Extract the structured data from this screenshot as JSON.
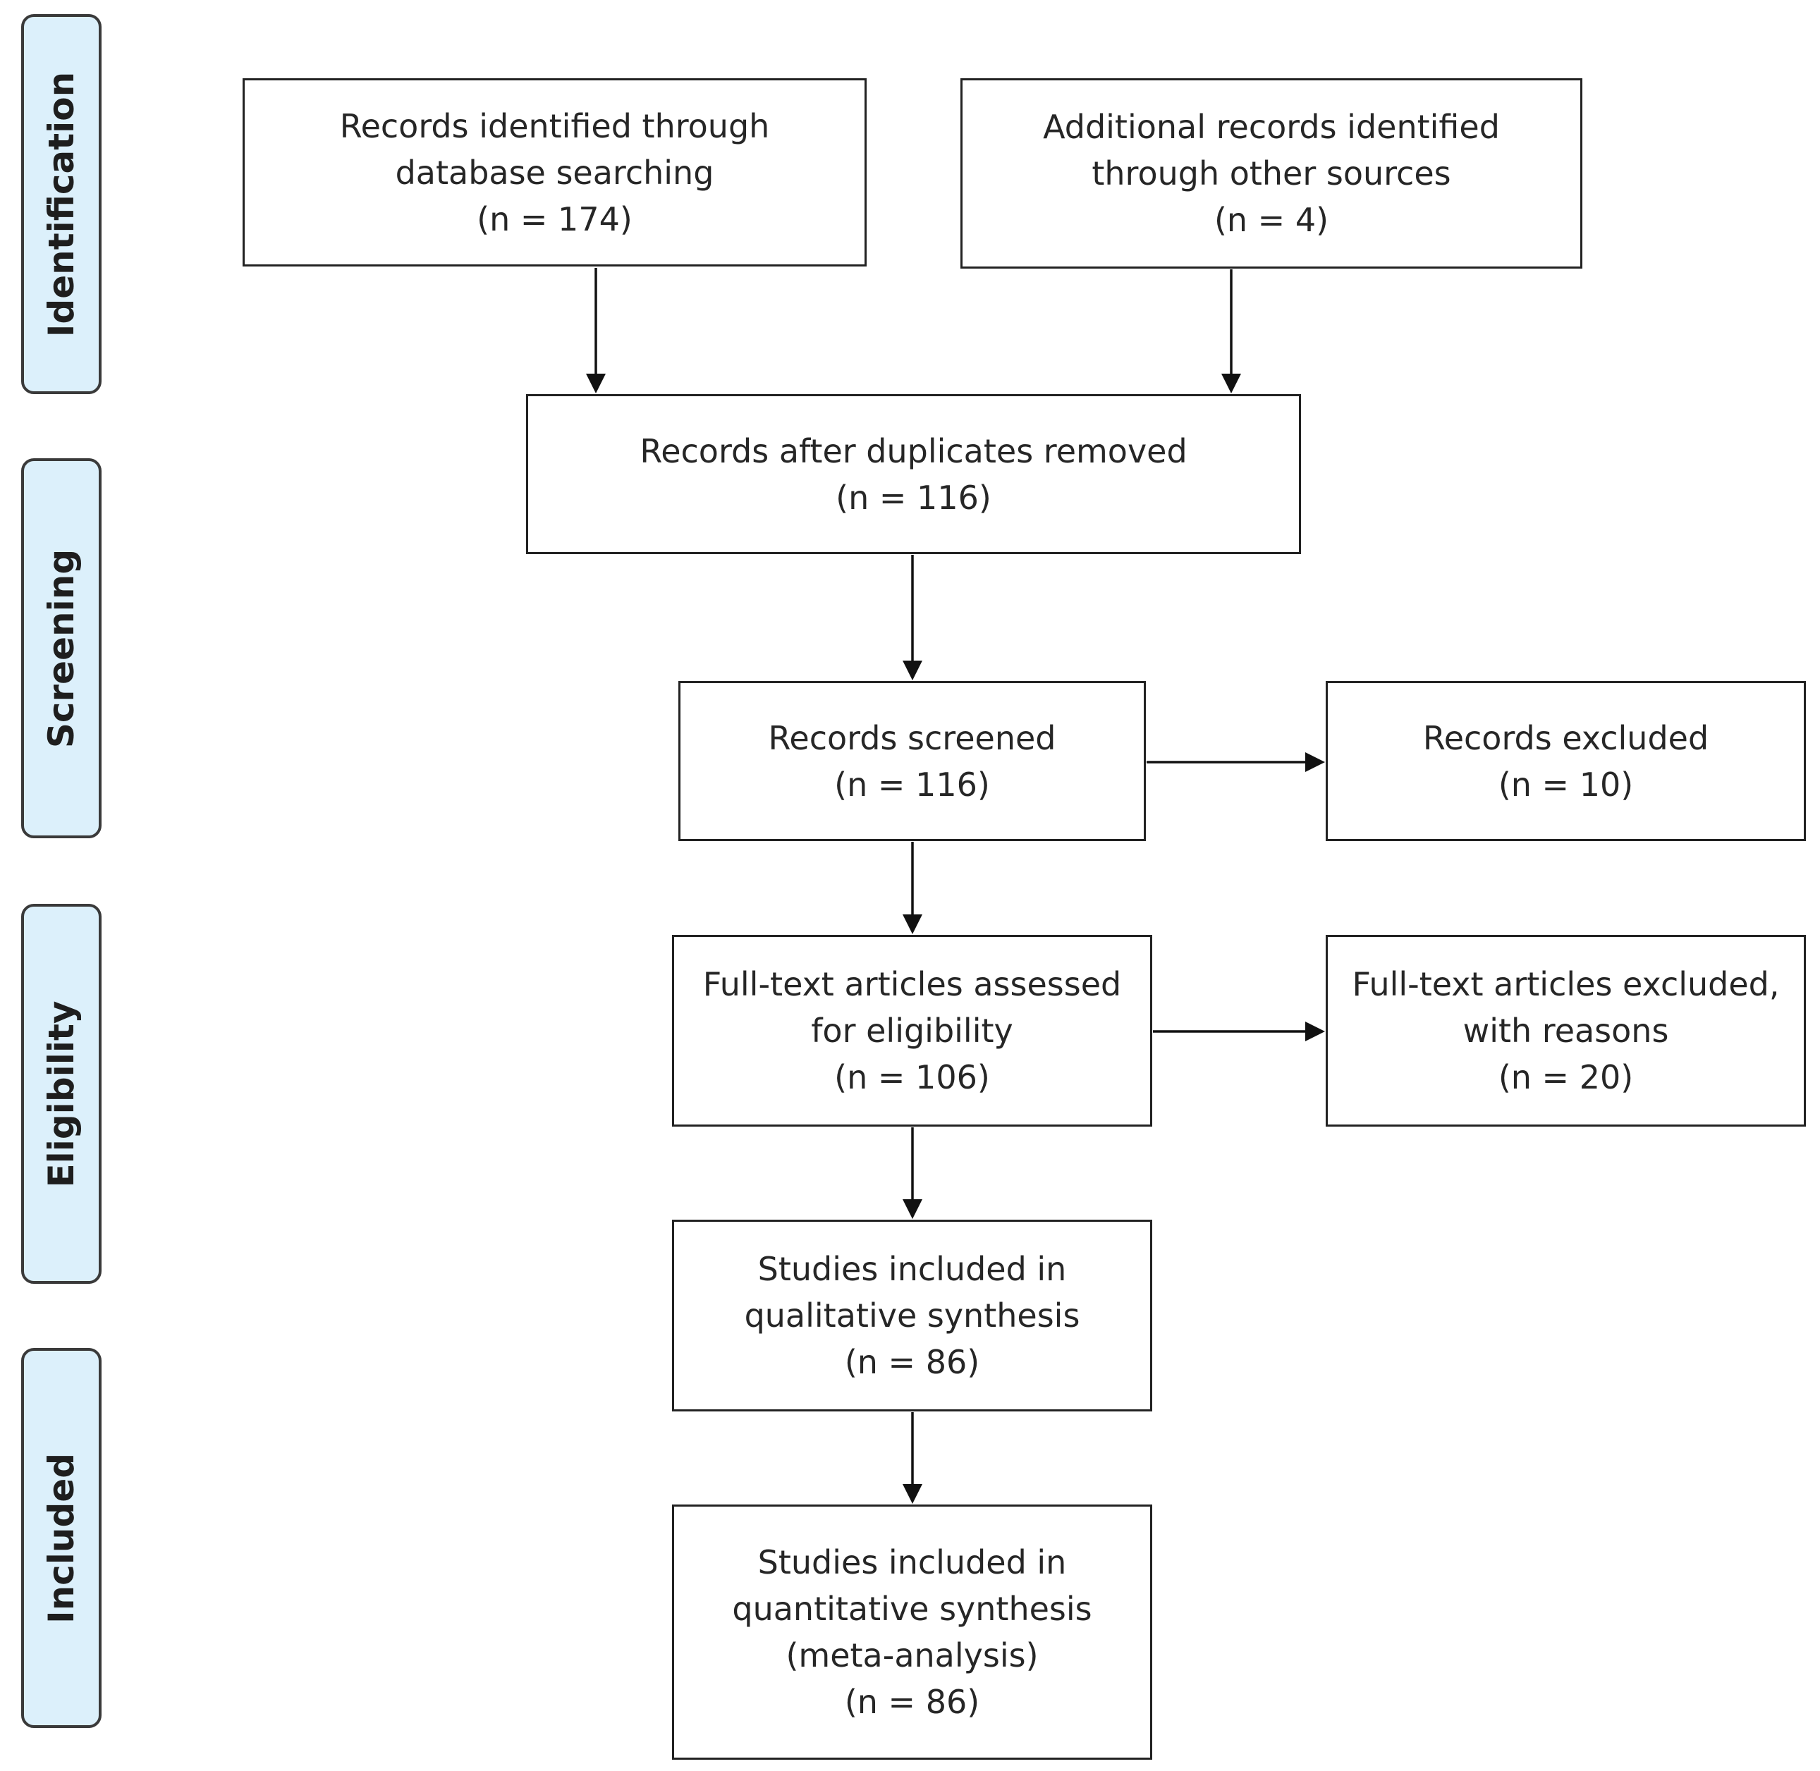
{
  "phases": {
    "identification": "Identification",
    "screening": "Screening",
    "eligibility": "Eligibility",
    "included": "Included"
  },
  "boxes": {
    "db_search": {
      "line1": "Records identified through",
      "line2": "database searching",
      "count": "(n = 174)"
    },
    "other_sources": {
      "line1": "Additional records identified",
      "line2": "through other sources",
      "count": "(n = 4)"
    },
    "after_duplicates": {
      "line1": "Records after duplicates removed",
      "count": "(n = 116)"
    },
    "screened": {
      "line1": "Records screened",
      "count": "(n = 116)"
    },
    "excluded": {
      "line1": "Records excluded",
      "count": "(n = 10)"
    },
    "fulltext_assessed": {
      "line1": "Full-text articles assessed",
      "line2": "for eligibility",
      "count": "(n = 106)"
    },
    "fulltext_excluded": {
      "line1": "Full-text articles excluded,",
      "line2": "with reasons",
      "count": "(n = 20)"
    },
    "qualitative": {
      "line1": "Studies included in",
      "line2": "qualitative synthesis",
      "count": "(n = 86)"
    },
    "quantitative": {
      "line1": "Studies included in",
      "line2": "quantitative synthesis",
      "line3": "(meta-analysis)",
      "count": "(n = 86)"
    }
  }
}
